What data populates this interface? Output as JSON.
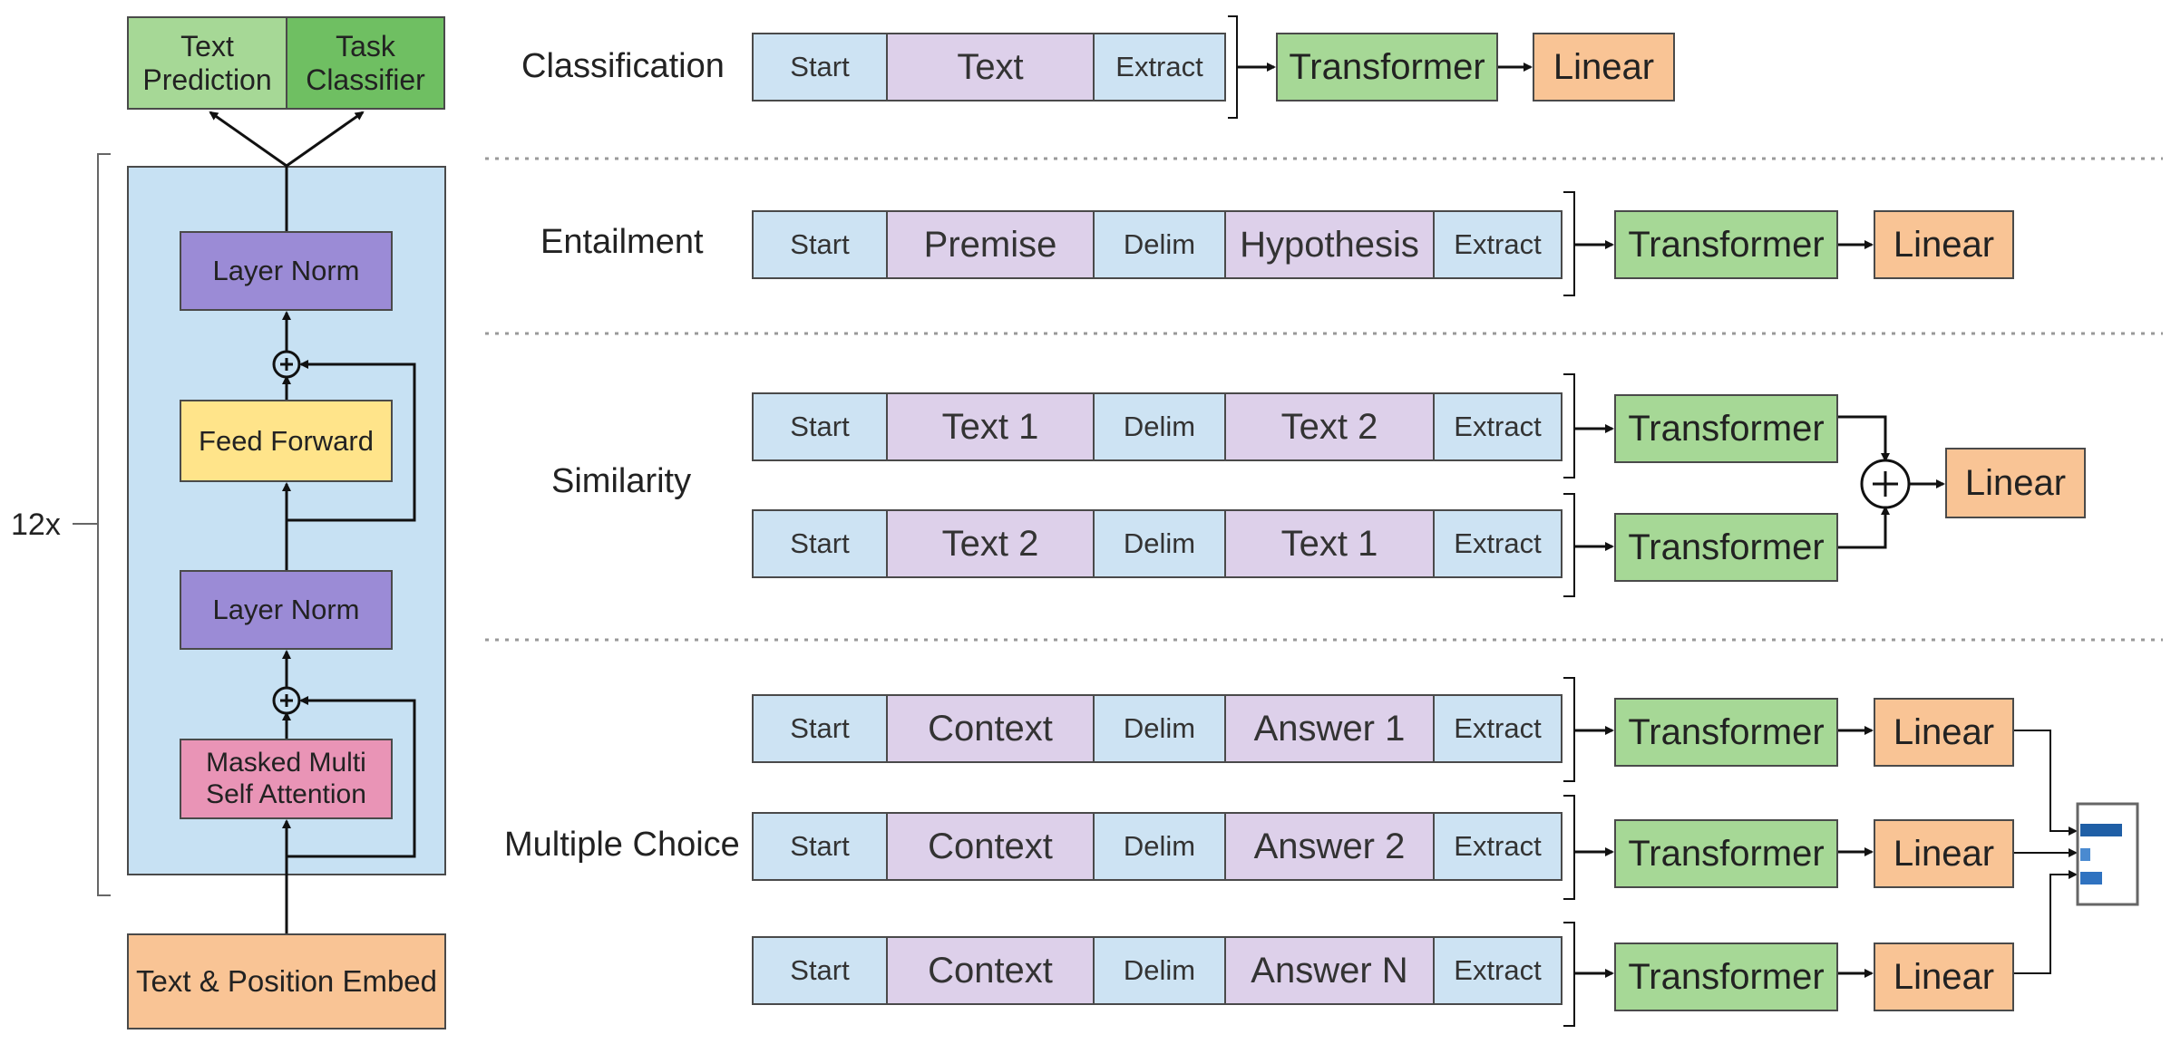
{
  "architecture": {
    "outputs": [
      "Text\nPrediction",
      "Task\nClassifier"
    ],
    "repeat": "12x",
    "layer_norm_top": "Layer Norm",
    "feed_forward": "Feed Forward",
    "layer_norm_bottom": "Layer Norm",
    "attention": "Masked Multi\nSelf Attention",
    "embed": "Text & Position Embed"
  },
  "tasks": {
    "classification": {
      "label": "Classification",
      "sequence": [
        "Start",
        "Text",
        "Extract"
      ],
      "transformer": "Transformer",
      "linear": "Linear"
    },
    "entailment": {
      "label": "Entailment",
      "sequence": [
        "Start",
        "Premise",
        "Delim",
        "Hypothesis",
        "Extract"
      ],
      "transformer": "Transformer",
      "linear": "Linear"
    },
    "similarity": {
      "label": "Similarity",
      "sequences": [
        [
          "Start",
          "Text 1",
          "Delim",
          "Text 2",
          "Extract"
        ],
        [
          "Start",
          "Text 2",
          "Delim",
          "Text 1",
          "Extract"
        ]
      ],
      "transformer": "Transformer",
      "plus": "+",
      "linear": "Linear"
    },
    "multiple_choice": {
      "label": "Multiple Choice",
      "sequences": [
        [
          "Start",
          "Context",
          "Delim",
          "Answer 1",
          "Extract"
        ],
        [
          "Start",
          "Context",
          "Delim",
          "Answer 2",
          "Extract"
        ],
        [
          "Start",
          "Context",
          "Delim",
          "Answer N",
          "Extract"
        ]
      ],
      "transformer": "Transformer",
      "linear": "Linear"
    }
  },
  "colors": {
    "token_blue": "#cde3f3",
    "token_lavender": "#ddd0ea",
    "transformer_green": "#a6d896",
    "linear_orange": "#f9c495",
    "layer_norm_purple": "#9b8bd6",
    "feed_forward_yellow": "#ffe48a",
    "attention_pink": "#e994b6",
    "block_blue": "#c7e1f3"
  }
}
